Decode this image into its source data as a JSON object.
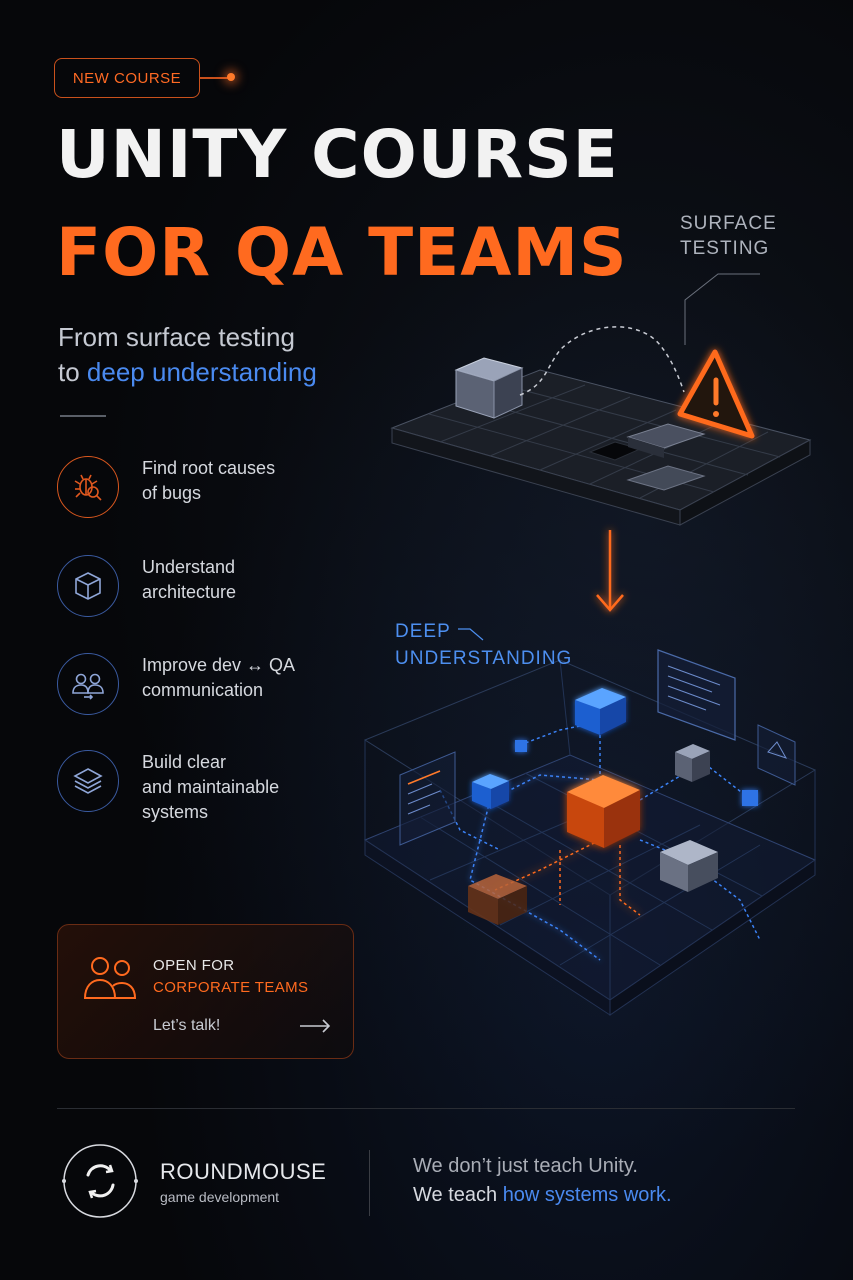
{
  "badge": {
    "label": "NEW COURSE"
  },
  "headline": {
    "line1": "UNITY COURSE",
    "line2": "FOR QA TEAMS"
  },
  "subtitle": {
    "line1": "From surface testing",
    "line2_prefix": "to ",
    "line2_highlight": "deep understanding"
  },
  "features": [
    {
      "icon": "bug-search-icon",
      "line1": "Find root causes",
      "line2": "of bugs"
    },
    {
      "icon": "cube-icon",
      "line1": "Understand",
      "line2": "architecture"
    },
    {
      "icon": "people-icon",
      "line1": "Improve dev ↔ QA",
      "line2": "communication"
    },
    {
      "icon": "layers-icon",
      "line1": "Build clear",
      "line2": "and maintainable",
      "line3": "systems"
    }
  ],
  "cta": {
    "line1": "OPEN FOR",
    "line2": "CORPORATE TEAMS",
    "action": "Let’s talk!",
    "icon": "people-icon",
    "arrow": "arrow-right-icon"
  },
  "illustration": {
    "surface_label_1": "SURFACE",
    "surface_label_2": "TESTING",
    "deep_label_1": "DEEP",
    "deep_label_2": "UNDERSTANDING",
    "warning_icon": "warning-icon"
  },
  "footer": {
    "brand": "ROUNDMOUSE",
    "brand_sub": "game development",
    "tagline1": "We don’t just teach Unity.",
    "tagline2_prefix": "We teach ",
    "tagline2_highlight": "how systems work."
  },
  "colors": {
    "accent_orange": "#ff6a1f",
    "accent_blue": "#4a8af0",
    "background": "#06070a"
  }
}
